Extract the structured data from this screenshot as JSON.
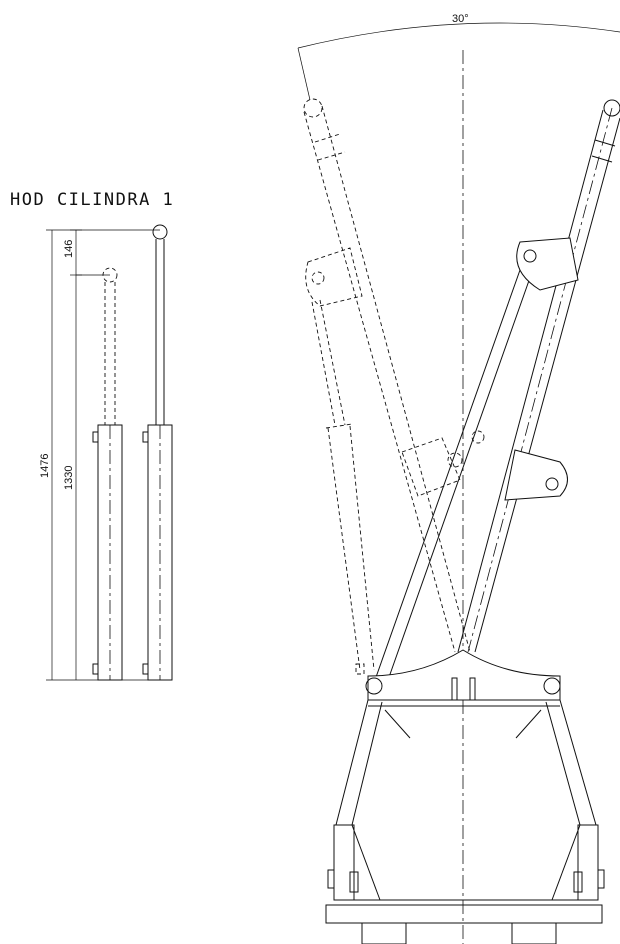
{
  "drawing": {
    "title": "HOD CILINDRA 1",
    "dimensions": {
      "stroke_difference": "146",
      "extended_length": "1476",
      "retracted_length": "1330"
    },
    "angle_label": "30°"
  }
}
